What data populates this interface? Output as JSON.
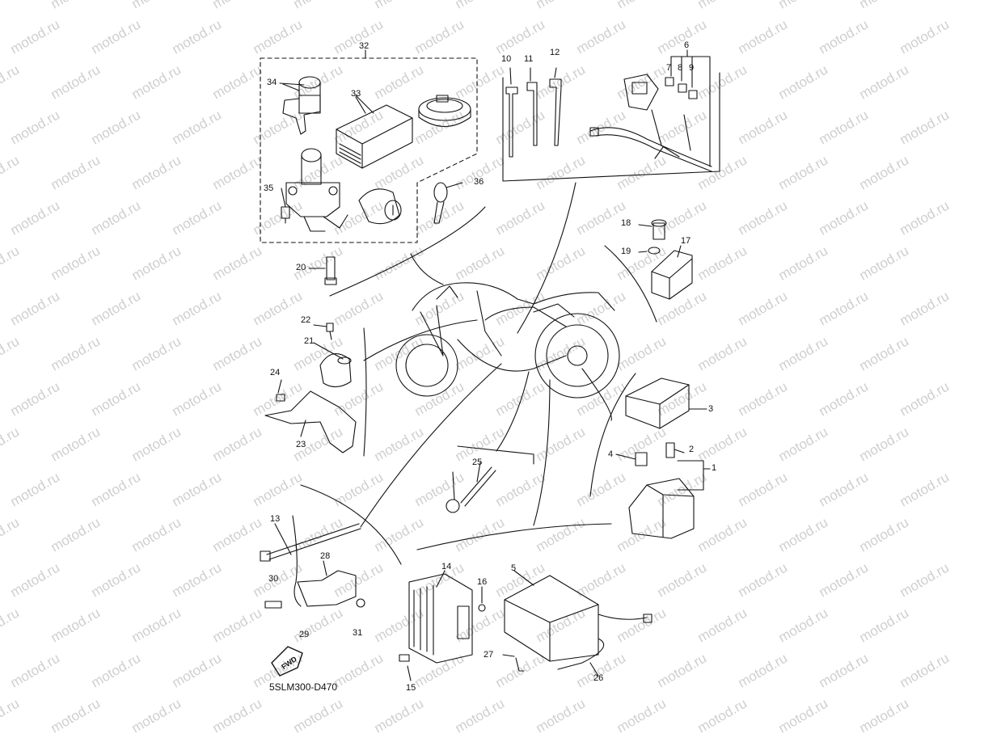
{
  "watermark": "motod.ru",
  "diagram_code": "5SLM300-D470",
  "fwd_arrow_label": "FWD",
  "callouts": [
    {
      "id": "c1",
      "text": "1"
    },
    {
      "id": "c2",
      "text": "2"
    },
    {
      "id": "c3",
      "text": "3"
    },
    {
      "id": "c4",
      "text": "4"
    },
    {
      "id": "c5",
      "text": "5"
    },
    {
      "id": "c6",
      "text": "6"
    },
    {
      "id": "c7",
      "text": "7"
    },
    {
      "id": "c8",
      "text": "8"
    },
    {
      "id": "c9",
      "text": "9"
    },
    {
      "id": "c10",
      "text": "10"
    },
    {
      "id": "c11",
      "text": "11"
    },
    {
      "id": "c12",
      "text": "12"
    },
    {
      "id": "c13",
      "text": "13"
    },
    {
      "id": "c14",
      "text": "14"
    },
    {
      "id": "c15",
      "text": "15"
    },
    {
      "id": "c16",
      "text": "16"
    },
    {
      "id": "c17",
      "text": "17"
    },
    {
      "id": "c18",
      "text": "18"
    },
    {
      "id": "c19",
      "text": "19"
    },
    {
      "id": "c20",
      "text": "20"
    },
    {
      "id": "c21",
      "text": "21"
    },
    {
      "id": "c22",
      "text": "22"
    },
    {
      "id": "c23",
      "text": "23"
    },
    {
      "id": "c24",
      "text": "24"
    },
    {
      "id": "c25",
      "text": "25"
    },
    {
      "id": "c26",
      "text": "26"
    },
    {
      "id": "c27",
      "text": "27"
    },
    {
      "id": "c28",
      "text": "28"
    },
    {
      "id": "c29",
      "text": "29"
    },
    {
      "id": "c30",
      "text": "30"
    },
    {
      "id": "c31",
      "text": "31"
    },
    {
      "id": "c32",
      "text": "32"
    },
    {
      "id": "c33",
      "text": "33"
    },
    {
      "id": "c34",
      "text": "34"
    },
    {
      "id": "c35",
      "text": "35"
    },
    {
      "id": "c36",
      "text": "36"
    }
  ]
}
